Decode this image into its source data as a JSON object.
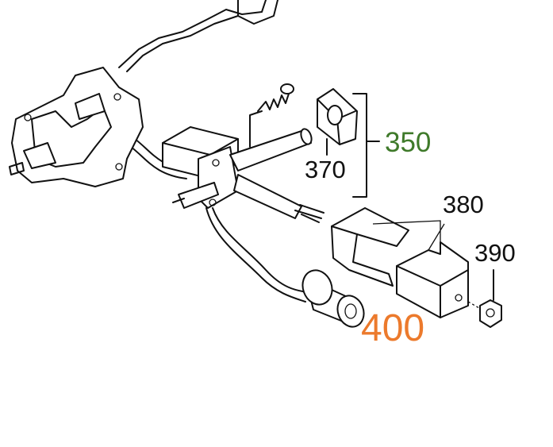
{
  "labels": {
    "part_350": "350",
    "part_370": "370",
    "part_380": "380",
    "part_390": "390",
    "part_400": "400"
  },
  "colors": {
    "part_350": "#3f7a2a",
    "part_400": "#ec7a2c",
    "default": "#111111"
  }
}
